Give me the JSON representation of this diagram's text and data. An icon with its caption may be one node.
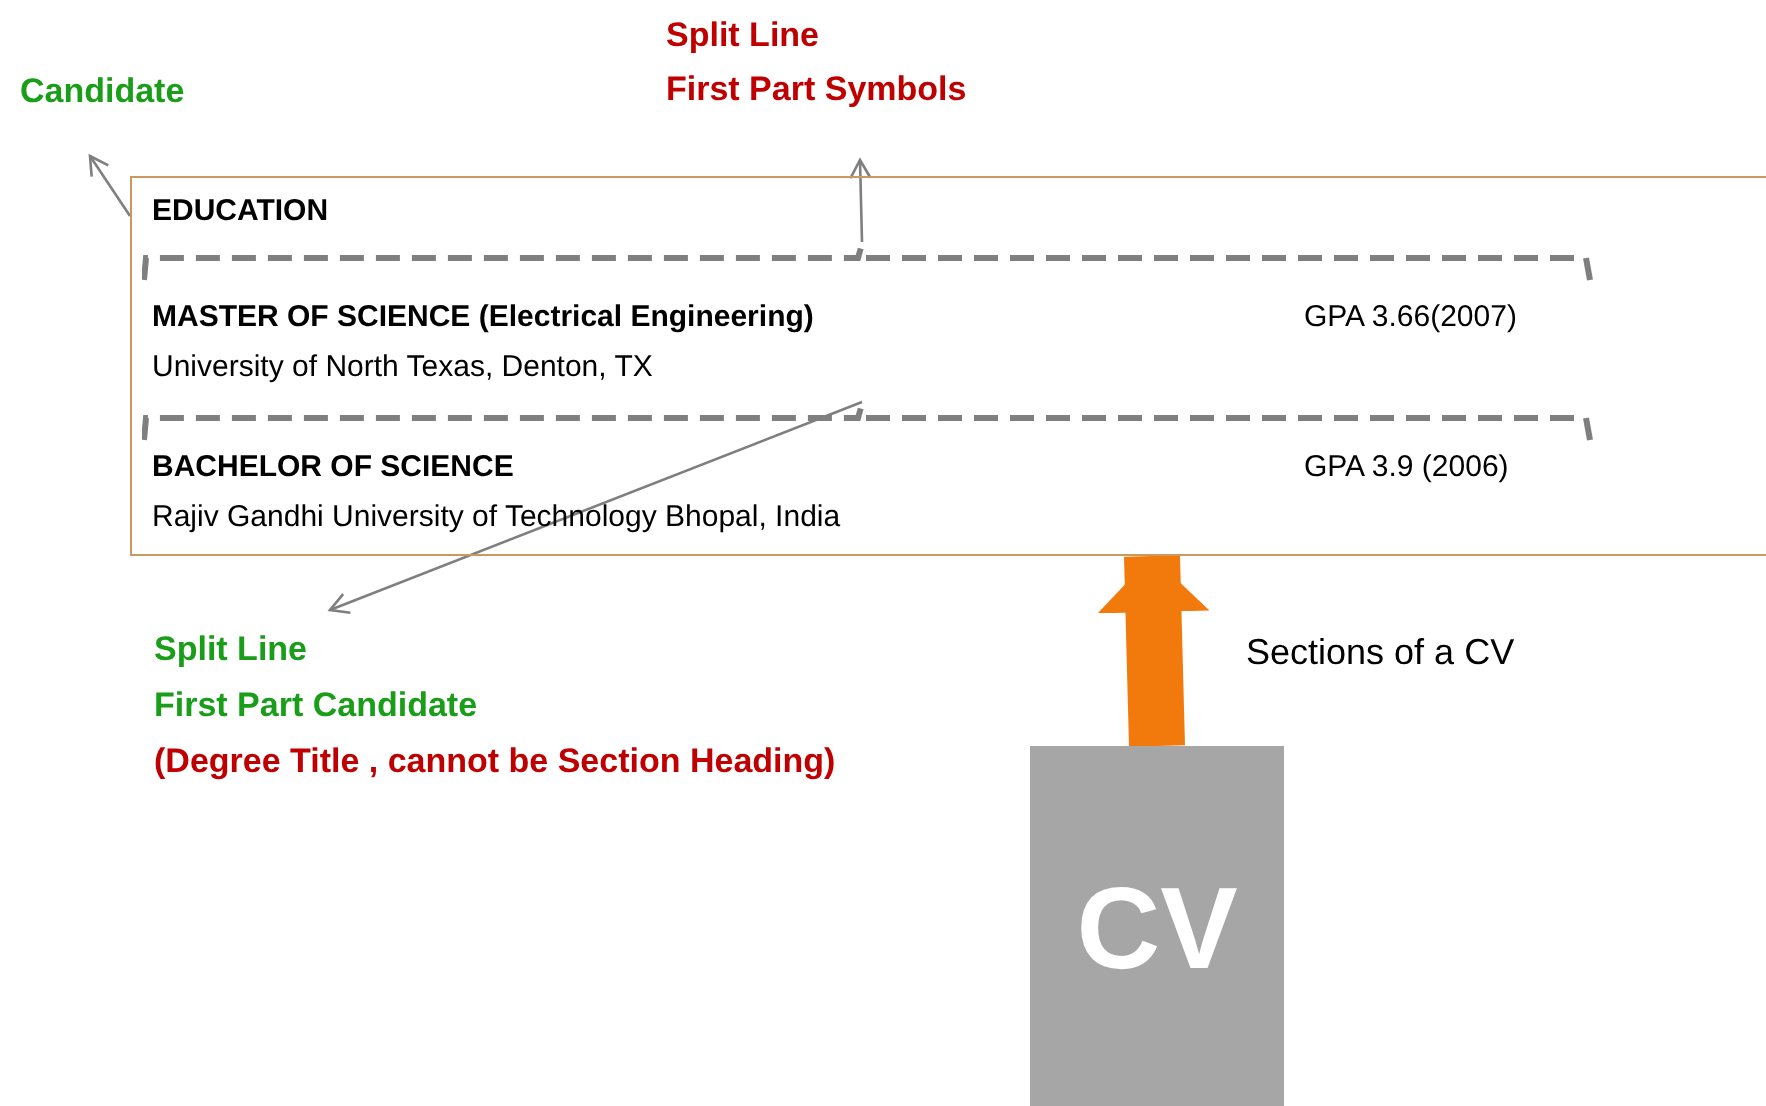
{
  "diagram": {
    "nodes": [
      {
        "text": [
          "Candidate"
        ]
      },
      {
        "text": [
          "Split Line",
          "First Part Symbols"
        ]
      },
      {
        "text": [
          "EDUCATION",
          "MASTER OF SCIENCE (Electrical Engineering)",
          "GPA 3.66(2007)",
          "University of North Texas, Denton, TX",
          "BACHELOR OF SCIENCE",
          "GPA 3.9 (2006)",
          "Rajiv Gandhi University of Technology Bhopal, India"
        ]
      },
      {
        "text": [],
        "shape": "bar",
        "in": 2
      },
      {
        "text": [],
        "shape": "bar",
        "in": 2
      },
      {
        "text": [
          "Split Line",
          "First Part Candidate",
          "(Degree Title , cannot be Section Heading)"
        ]
      },
      {
        "text": [
          "CV"
        ]
      }
    ],
    "edges": [
      {
        "from": 2,
        "to": 0,
        "arrow": "to"
      },
      {
        "from": 3,
        "to": 1,
        "arrow": "to"
      },
      {
        "from": 4,
        "to": 5,
        "arrow": "to"
      },
      {
        "from": 6,
        "to": 2,
        "arrow": "to",
        "style": "thick",
        "color": "#f27a0c",
        "label": "Sections of a CV"
      }
    ]
  }
}
